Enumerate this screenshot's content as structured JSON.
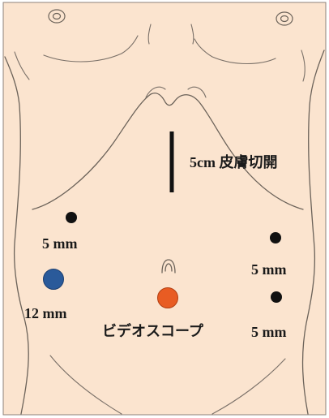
{
  "labels": {
    "incision": "5cm 皮膚切開",
    "port_left_upper": "5 mm",
    "port_left_lower": "12 mm",
    "port_right_upper": "5 mm",
    "port_right_lower": "5 mm",
    "port_videoscope": "ビデオスコープ"
  },
  "colors": {
    "skin": "#fbe4cf",
    "outline": "#6b6259",
    "port_small": "#111111",
    "port_12mm": "#2a5a9a",
    "port_scope": "#e85c23",
    "incision": "#111111"
  }
}
